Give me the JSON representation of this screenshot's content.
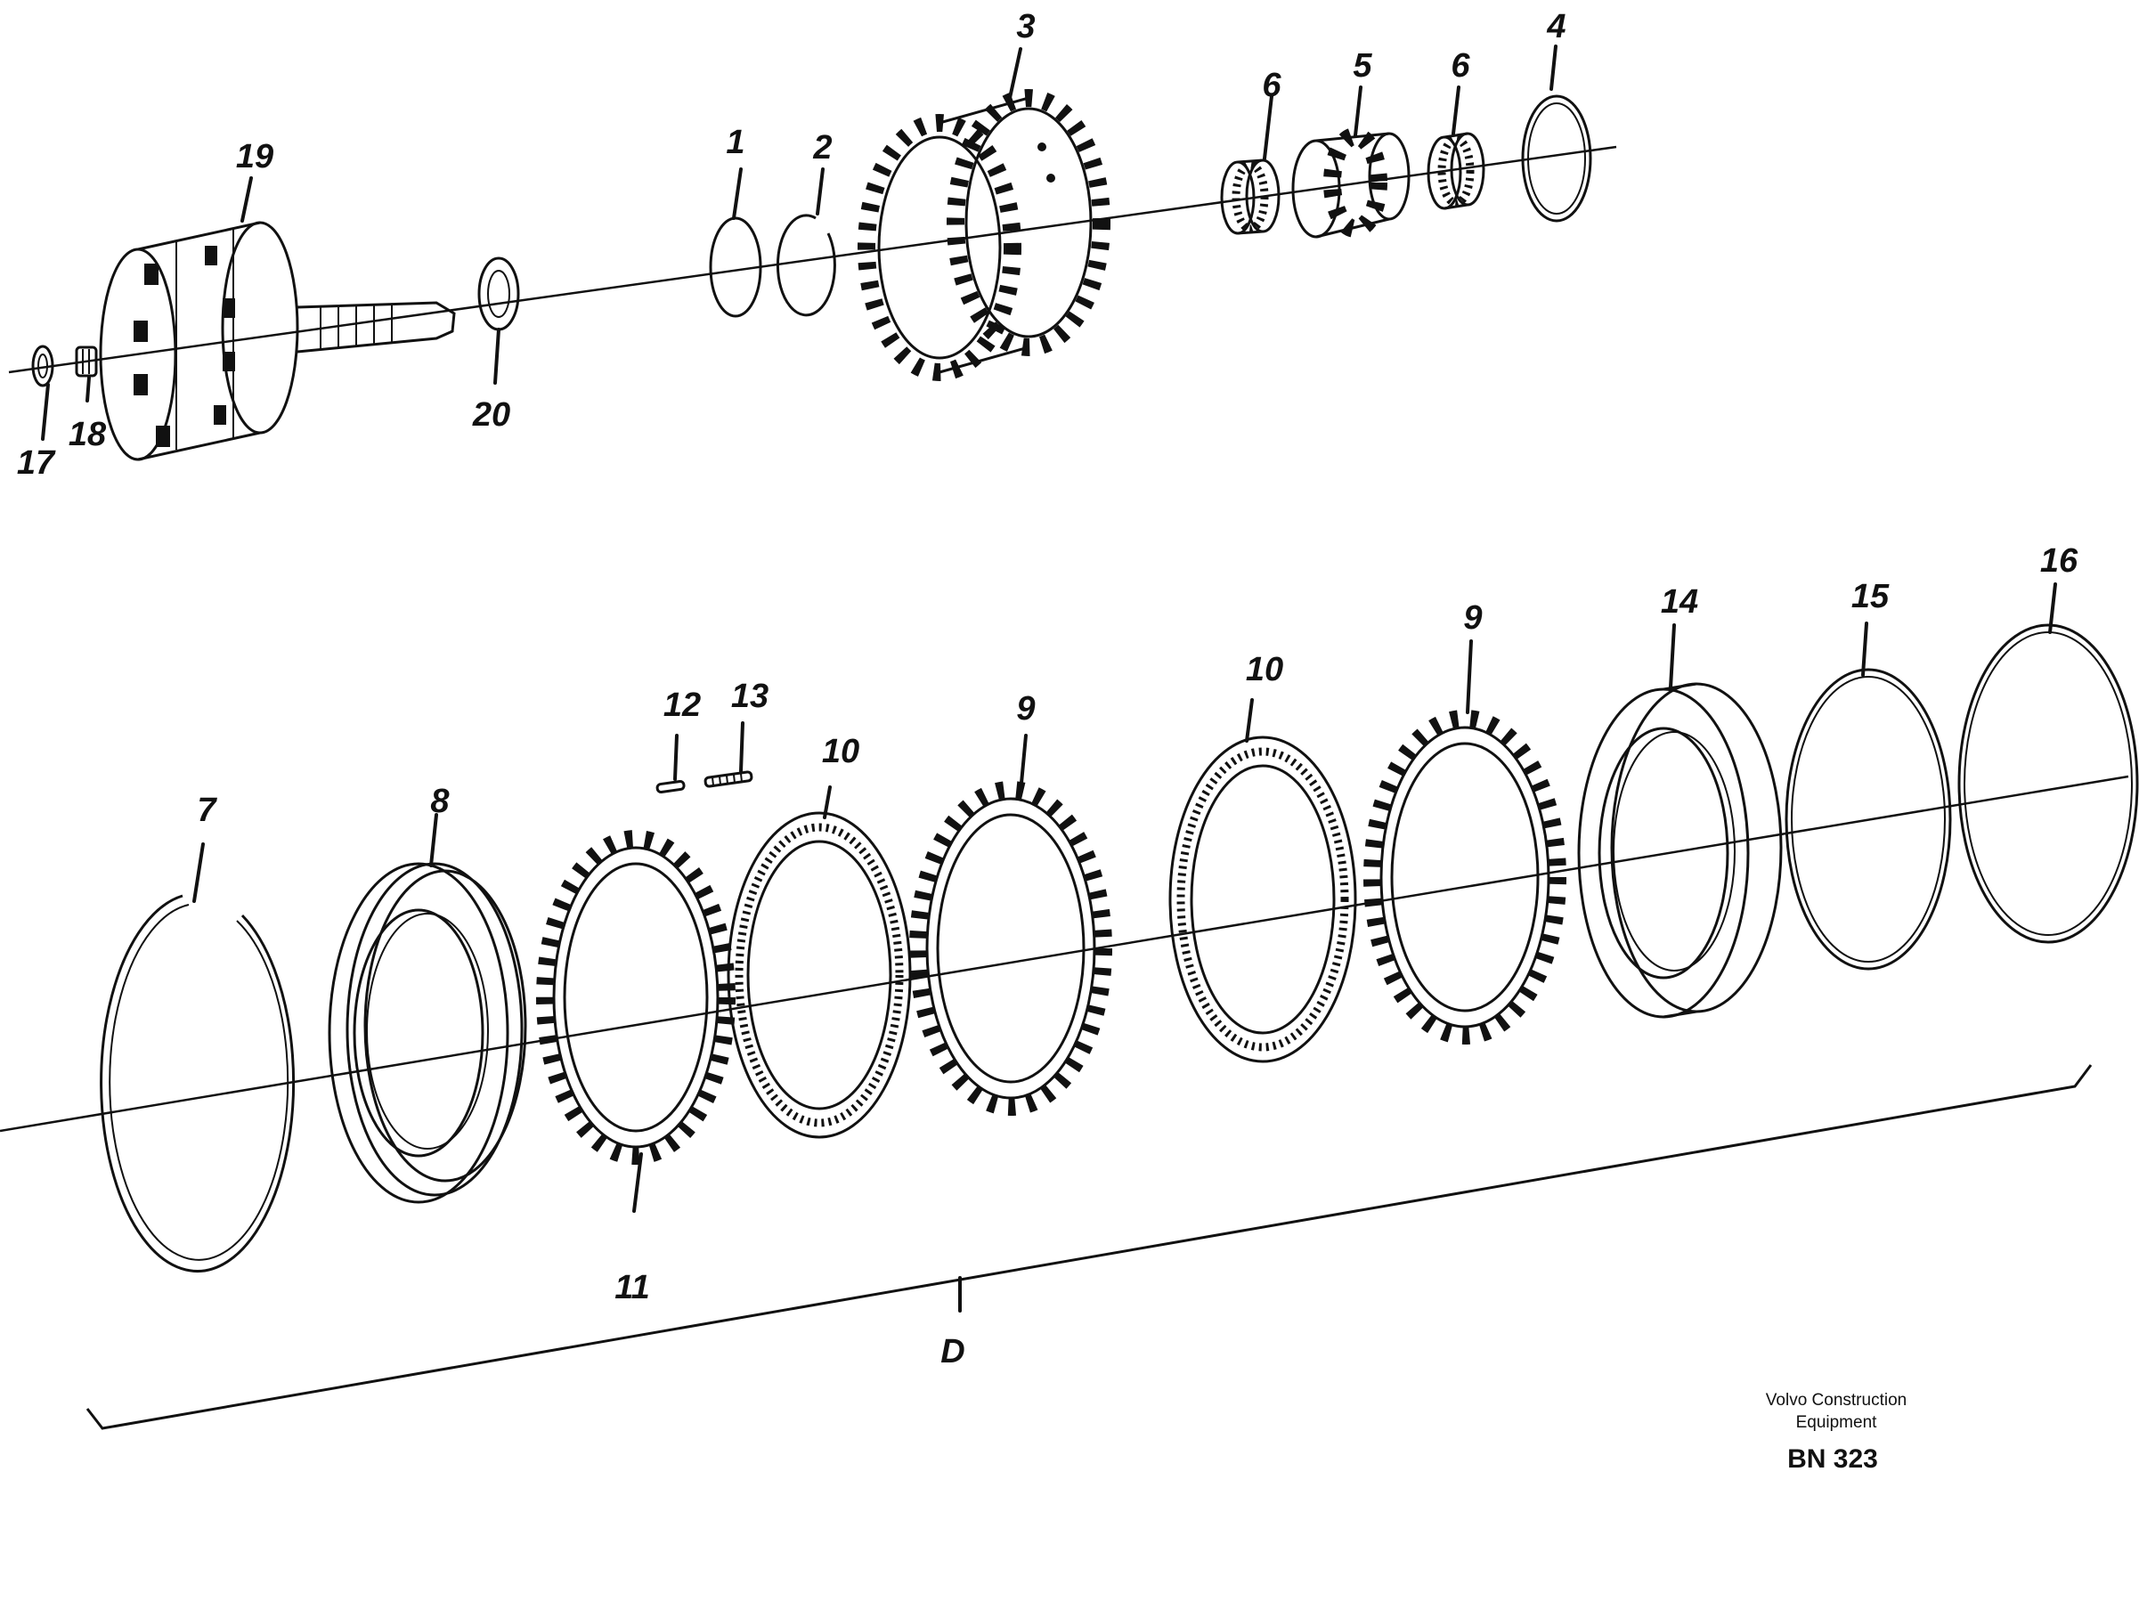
{
  "callouts": {
    "c1": "1",
    "c2": "2",
    "c3": "3",
    "c4": "4",
    "c5": "5",
    "c6a": "6",
    "c6b": "6",
    "c7": "7",
    "c8": "8",
    "c9a": "9",
    "c9b": "9",
    "c10a": "10",
    "c10b": "10",
    "c11": "11",
    "c12": "12",
    "c13": "13",
    "c14": "14",
    "c15": "15",
    "c16": "16",
    "c17": "17",
    "c18": "18",
    "c19": "19",
    "c20": "20",
    "group_d": "D"
  },
  "credit": {
    "line1": "Volvo Construction",
    "line2": "Equipment",
    "code": "BN 323"
  }
}
